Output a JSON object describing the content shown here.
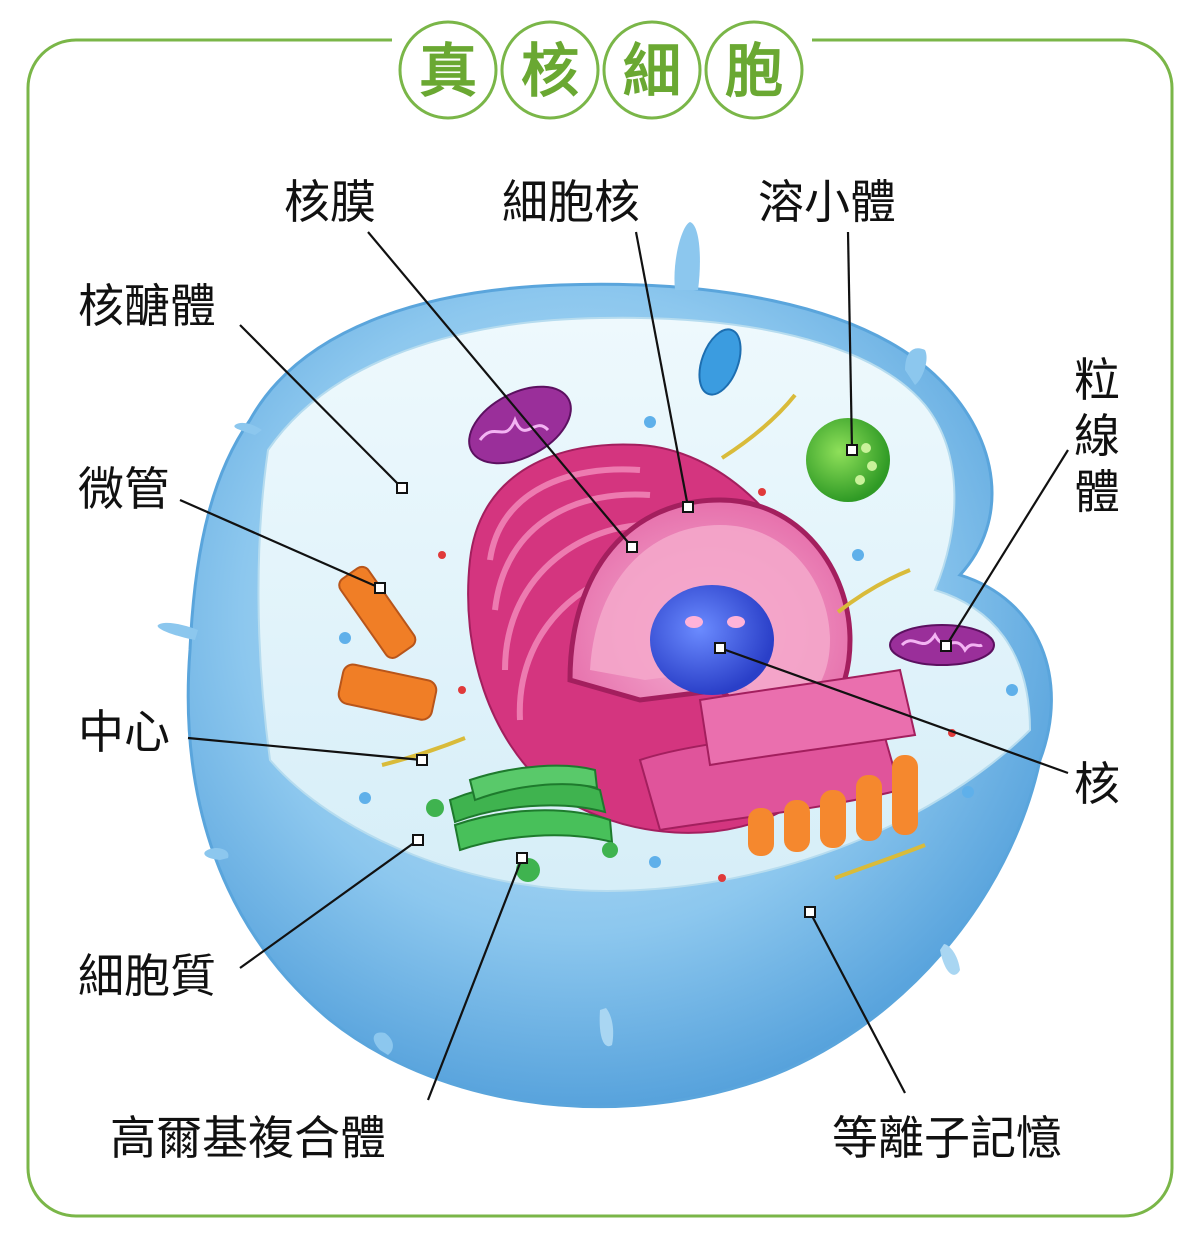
{
  "title": {
    "chars": [
      "真",
      "核",
      "細",
      "胞"
    ]
  },
  "labels": {
    "nuclear_envelope": "核膜",
    "nucleus": "細胞核",
    "lysosome": "溶小體",
    "ribosome": "核醣體",
    "mitochondria_l1": "粒",
    "mitochondria_l2": "線",
    "mitochondria_l3": "體",
    "microtubule": "微管",
    "centriole": "中心",
    "nucleolus": "核",
    "cytoplasm": "細胞質",
    "golgi": "高爾基複合體",
    "plasma_membrane": "等離子記憶"
  },
  "colors": {
    "frame": "#7ab648",
    "membrane": "#6fb3e6",
    "cytoplasm": "#e3f4fb",
    "nucleus": "#e0408f",
    "nucleolus": "#2f4fd6",
    "golgi": "#3fb34f",
    "lysosome": "#4cbb33",
    "mitochondria": "#9a2f9a",
    "centriole": "#f07e26",
    "er_orange": "#f5882e"
  }
}
